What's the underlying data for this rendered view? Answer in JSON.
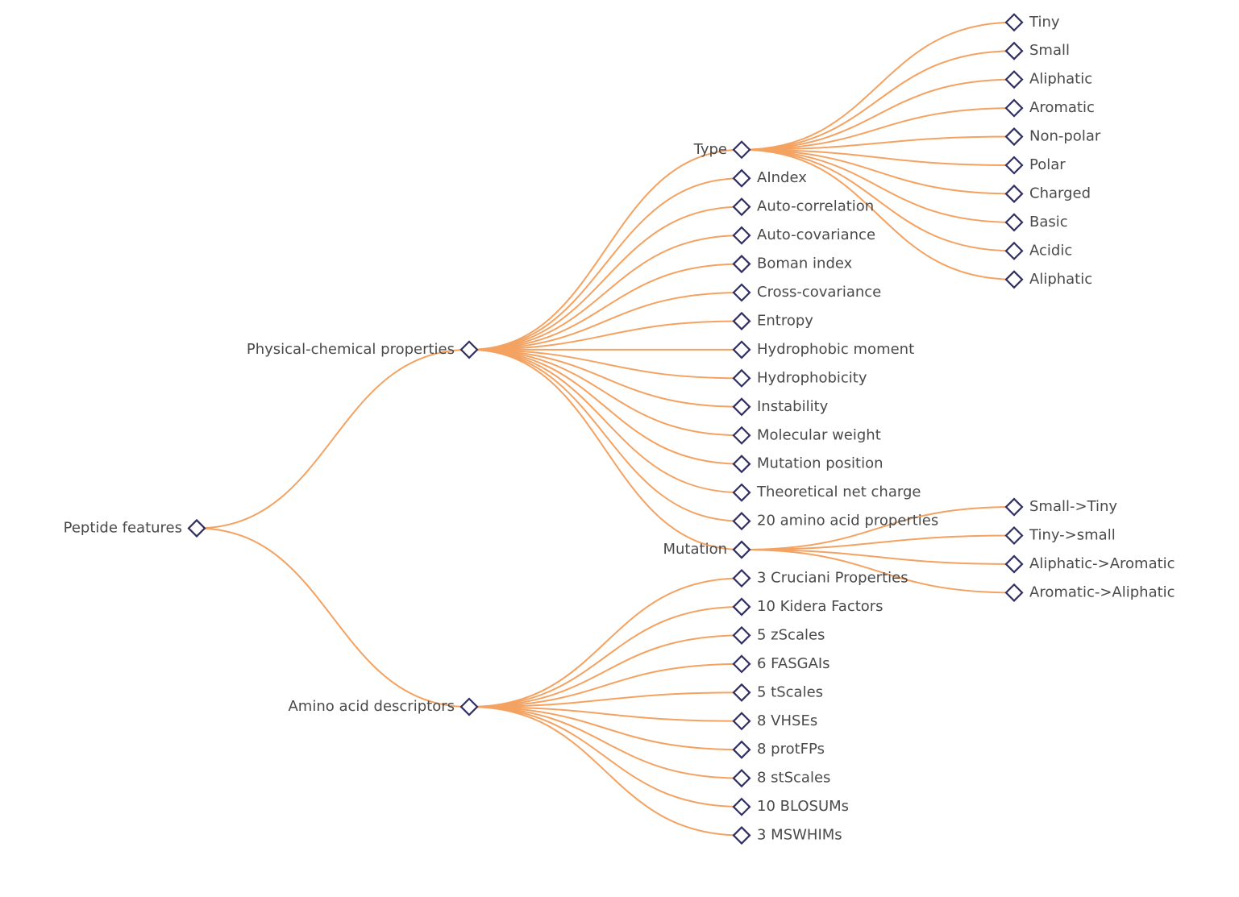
{
  "colors": {
    "edge": "#f4a261",
    "node_stroke": "#2f3061",
    "label": "#4a4a4a"
  },
  "tree": {
    "name": "Peptide features",
    "icon": "diamond-icon",
    "children": [
      {
        "name": "Physical-chemical properties",
        "icon": "diamond-icon",
        "children": [
          {
            "name": "Type",
            "icon": "diamond-icon",
            "children": [
              {
                "name": "Tiny",
                "icon": "diamond-icon"
              },
              {
                "name": "Small",
                "icon": "diamond-icon"
              },
              {
                "name": "Aliphatic",
                "icon": "diamond-icon"
              },
              {
                "name": "Aromatic",
                "icon": "diamond-icon"
              },
              {
                "name": "Non-polar",
                "icon": "diamond-icon"
              },
              {
                "name": "Polar",
                "icon": "diamond-icon"
              },
              {
                "name": "Charged",
                "icon": "diamond-icon"
              },
              {
                "name": "Basic",
                "icon": "diamond-icon"
              },
              {
                "name": "Acidic",
                "icon": "diamond-icon"
              },
              {
                "name": "Aliphatic",
                "icon": "diamond-icon"
              }
            ]
          },
          {
            "name": "AIndex",
            "icon": "diamond-icon"
          },
          {
            "name": "Auto-correlation",
            "icon": "diamond-icon"
          },
          {
            "name": "Auto-covariance",
            "icon": "diamond-icon"
          },
          {
            "name": "Boman index",
            "icon": "diamond-icon"
          },
          {
            "name": "Cross-covariance",
            "icon": "diamond-icon"
          },
          {
            "name": "Entropy",
            "icon": "diamond-icon"
          },
          {
            "name": "Hydrophobic moment",
            "icon": "diamond-icon"
          },
          {
            "name": "Hydrophobicity",
            "icon": "diamond-icon"
          },
          {
            "name": "Instability",
            "icon": "diamond-icon"
          },
          {
            "name": "Molecular weight",
            "icon": "diamond-icon"
          },
          {
            "name": "Mutation position",
            "icon": "diamond-icon"
          },
          {
            "name": "Theoretical net charge",
            "icon": "diamond-icon"
          },
          {
            "name": "20 amino acid properties",
            "icon": "diamond-icon"
          },
          {
            "name": "Mutation",
            "icon": "diamond-icon",
            "children": [
              {
                "name": "Small->Tiny",
                "icon": "diamond-icon"
              },
              {
                "name": "Tiny->small",
                "icon": "diamond-icon"
              },
              {
                "name": "Aliphatic->Aromatic",
                "icon": "diamond-icon"
              },
              {
                "name": "Aromatic->Aliphatic",
                "icon": "diamond-icon"
              }
            ]
          }
        ]
      },
      {
        "name": "Amino acid descriptors",
        "icon": "diamond-icon",
        "children": [
          {
            "name": "3 Cruciani Properties",
            "icon": "diamond-icon"
          },
          {
            "name": "10 Kidera Factors",
            "icon": "diamond-icon"
          },
          {
            "name": "5 zScales",
            "icon": "diamond-icon"
          },
          {
            "name": "6 FASGAIs",
            "icon": "diamond-icon"
          },
          {
            "name": "5 tScales",
            "icon": "diamond-icon"
          },
          {
            "name": "8 VHSEs",
            "icon": "diamond-icon"
          },
          {
            "name": "8 protFPs",
            "icon": "diamond-icon"
          },
          {
            "name": "8 stScales",
            "icon": "diamond-icon"
          },
          {
            "name": "10 BLOSUMs",
            "icon": "diamond-icon"
          },
          {
            "name": "3 MSWHIMs",
            "icon": "diamond-icon"
          }
        ]
      }
    ]
  }
}
